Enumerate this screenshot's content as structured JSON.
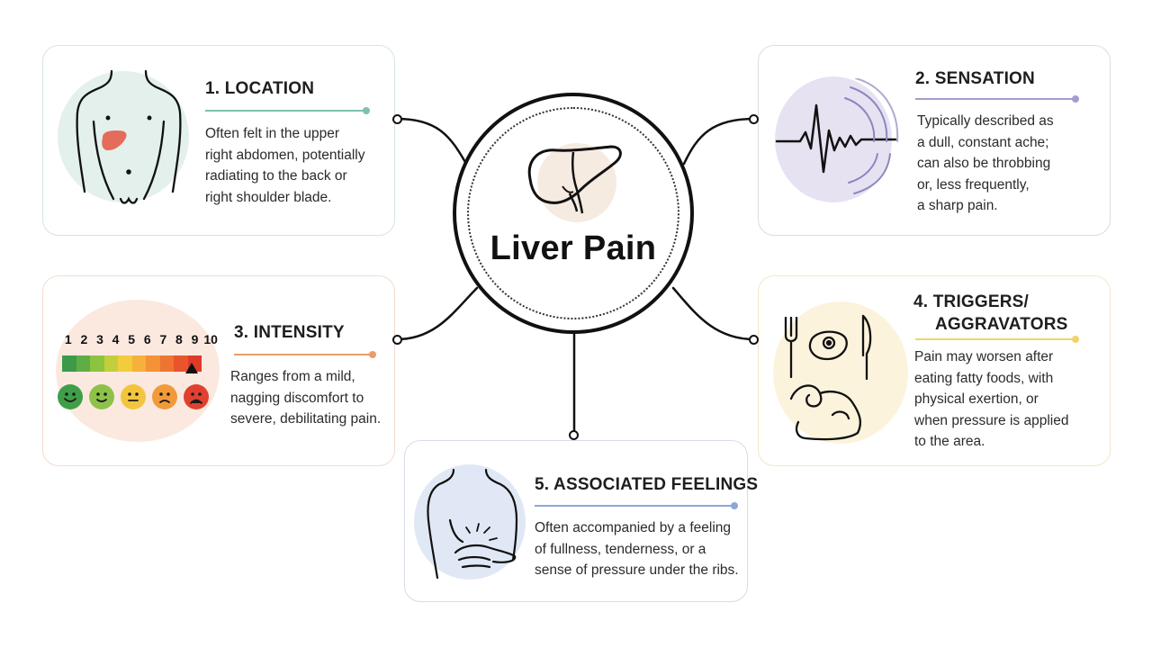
{
  "center": {
    "title": "Liver Pain"
  },
  "cards": {
    "location": {
      "title": "1. LOCATION",
      "lines": [
        "Often felt in the upper",
        "right abdomen, potentially",
        "radiating to the back or",
        "right shoulder blade."
      ],
      "accent": "#7fbfb0"
    },
    "sensation": {
      "title": "2. SENSATION",
      "lines": [
        "Typically described as",
        "a dull, constant ache;",
        "can also be throbbing",
        "or, less frequently,",
        "a sharp pain."
      ],
      "accent": "#a79bd1"
    },
    "intensity": {
      "title": "3. INTENSITY",
      "lines": [
        "Ranges from a mild,",
        "nagging discomfort to",
        "severe, debilitating pain."
      ],
      "accent": "#eb9c6a",
      "scale_numbers": [
        "1",
        "2",
        "3",
        "4",
        "5",
        "6",
        "7",
        "8",
        "9",
        "10"
      ],
      "scale_colors": [
        "#3c9a4a",
        "#5fad45",
        "#8cc33f",
        "#c3cf3a",
        "#f2cc3c",
        "#f5b23a",
        "#f39237",
        "#ee7432",
        "#e8552c",
        "#df3a2a"
      ],
      "face_colors": [
        "#3f9f48",
        "#8dc24a",
        "#f3c53f",
        "#f19a3a",
        "#e0412f"
      ]
    },
    "triggers": {
      "title_line1": "4. TRIGGERS/",
      "title_line2": "AGGRAVATORS",
      "lines": [
        "Pain may worsen after",
        "eating fatty foods, with",
        "physical exertion, or",
        "when pressure is applied",
        "to the area."
      ],
      "accent": "#f0d36a"
    },
    "feelings": {
      "title": "5. ASSOCIATED FEELINGS",
      "lines": [
        "Often accompanied by a feeling",
        "of fullness, tenderness, or a",
        "sense of pressure under the ribs."
      ],
      "accent": "#8ea6d6"
    }
  },
  "icons": {
    "location": "torso-liver-icon",
    "sensation": "pulse-wave-icon",
    "intensity": "pain-scale-icon",
    "triggers": "food-exercise-icon",
    "feelings": "abdomen-pressure-icon",
    "center": "liver-icon"
  }
}
